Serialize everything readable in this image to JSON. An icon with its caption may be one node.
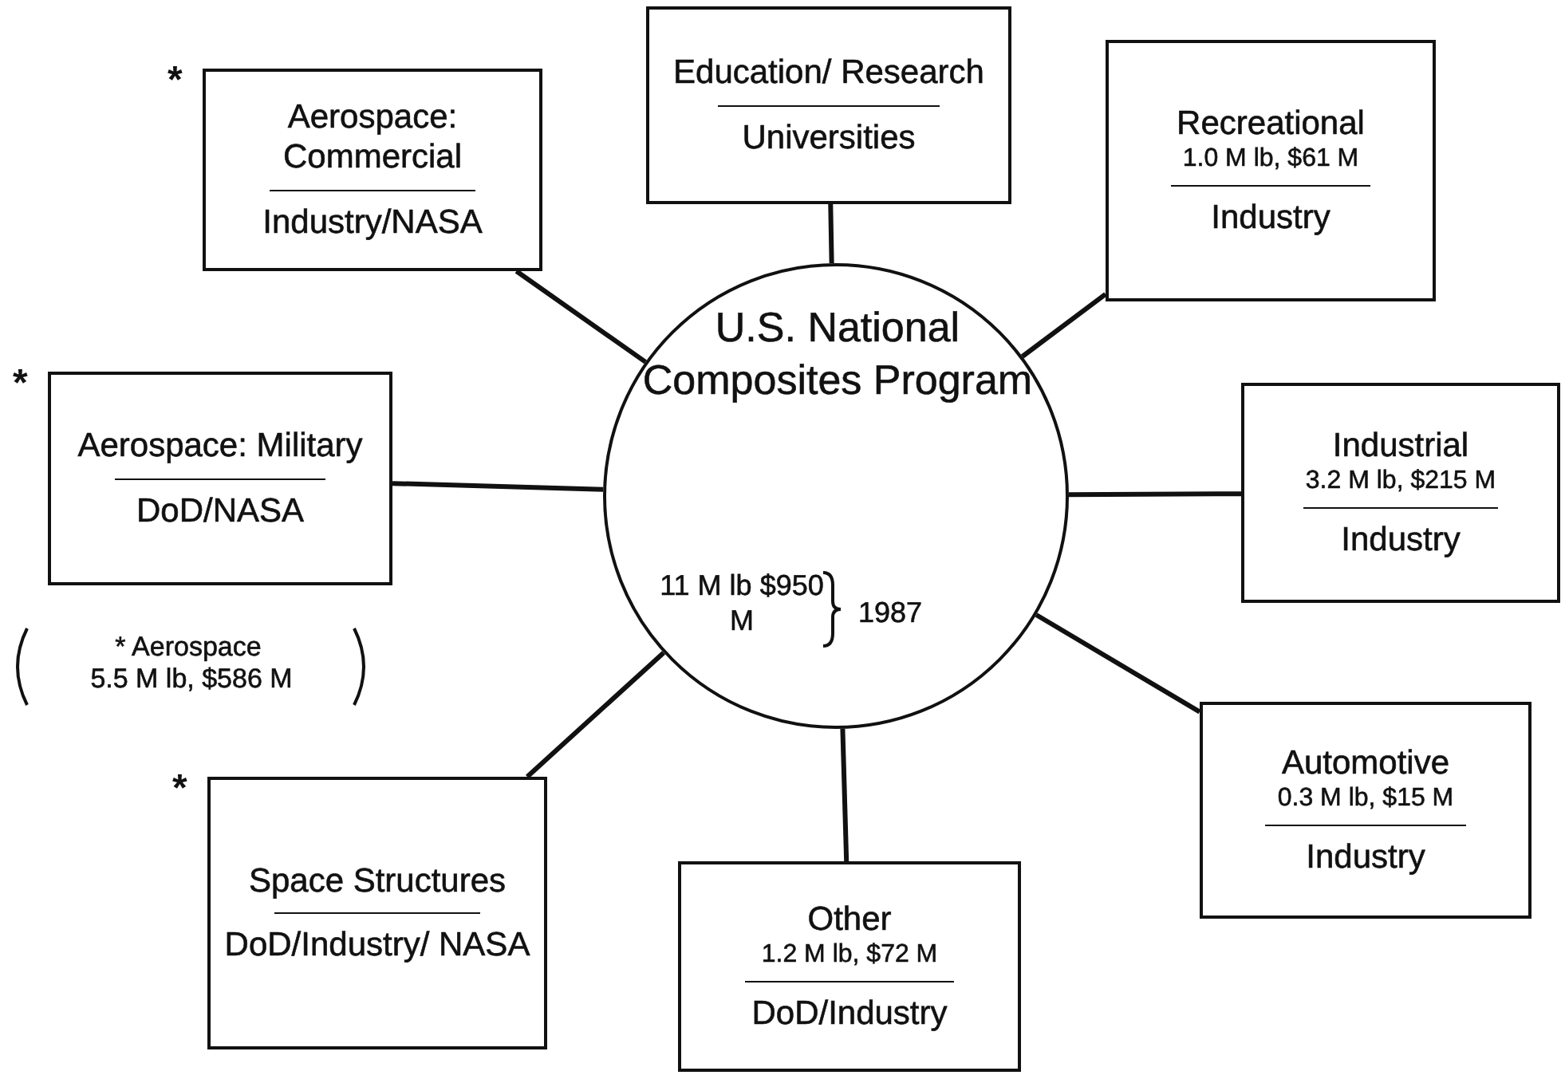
{
  "diagram": {
    "nodes": [
      {
        "text": [
          "U.S. National Composites Program",
          "11 M lb $950 M",
          "1987"
        ]
      },
      {
        "text": [
          "Aerospace: Commercial",
          "Industry/NASA"
        ],
        "beside": [
          "*"
        ]
      },
      {
        "text": [
          "Education/ Research",
          "Universities"
        ]
      },
      {
        "text": [
          "Recreational",
          "1.0 M lb, $61 M",
          "Industry"
        ]
      },
      {
        "text": [
          "Aerospace: Military",
          "DoD/NASA"
        ],
        "beside": [
          "*"
        ]
      },
      {
        "text": [
          "Industrial",
          "3.2 M lb, $215 M",
          "Industry"
        ]
      },
      {
        "text": [
          "Automotive",
          "0.3 M lb, $15 M",
          "Industry"
        ]
      },
      {
        "text": [
          "Space Structures",
          "DoD/Industry/ NASA"
        ],
        "beside": [
          "*"
        ]
      },
      {
        "text": [
          "Other",
          "1.2 M lb, $72 M",
          "DoD/Industry"
        ]
      }
    ],
    "edges": [
      {
        "from": 0,
        "to": 1,
        "arrow": "none"
      },
      {
        "from": 0,
        "to": 2,
        "arrow": "none"
      },
      {
        "from": 0,
        "to": 3,
        "arrow": "none"
      },
      {
        "from": 0,
        "to": 4,
        "arrow": "none"
      },
      {
        "from": 0,
        "to": 5,
        "arrow": "none"
      },
      {
        "from": 0,
        "to": 6,
        "arrow": "none"
      },
      {
        "from": 0,
        "to": 7,
        "arrow": "none"
      },
      {
        "from": 0,
        "to": 8,
        "arrow": "none"
      }
    ],
    "labels": [
      "* Aerospace",
      "5.5 M lb, $586 M"
    ]
  }
}
